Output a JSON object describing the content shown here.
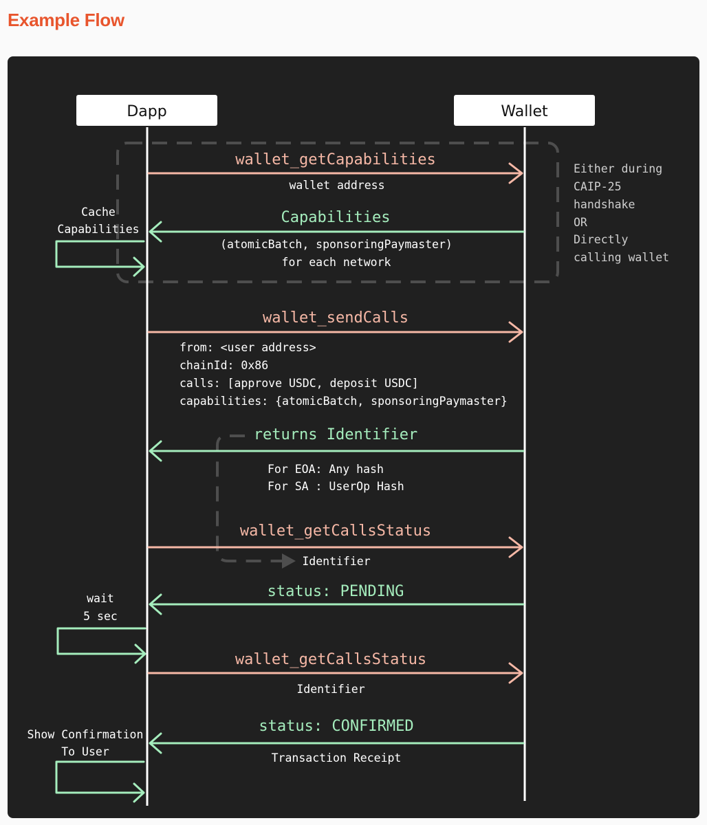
{
  "title": "Example Flow",
  "actors": {
    "dapp": "Dapp",
    "wallet": "Wallet"
  },
  "side_note": [
    "Either during",
    "CAIP-25",
    "handshake",
    "OR",
    "Directly",
    "calling wallet"
  ],
  "self_notes": {
    "cache": [
      "Cache",
      "Capabilities"
    ],
    "wait": [
      "wait",
      "5 sec"
    ],
    "confirm": [
      "Show Confirmation",
      "To User"
    ]
  },
  "messages": [
    {
      "label": "wallet_getCapabilities",
      "details": [
        "wallet address"
      ]
    },
    {
      "label": "Capabilities",
      "details": [
        "(atomicBatch, sponsoringPaymaster)",
        "for each network"
      ]
    },
    {
      "label": "wallet_sendCalls",
      "details": [
        "from: <user address>",
        "chainId: 0x86",
        "calls: [approve USDC, deposit USDC]",
        "capabilities: {atomicBatch, sponsoringPaymaster}"
      ]
    },
    {
      "label": "returns Identifier",
      "details": [
        "For EOA: Any hash",
        "For SA : UserOp Hash"
      ]
    },
    {
      "label": "wallet_getCallsStatus",
      "details": [
        "Identifier"
      ]
    },
    {
      "label": "status: PENDING",
      "details": []
    },
    {
      "label": "wallet_getCallsStatus",
      "details": [
        "Identifier"
      ]
    },
    {
      "label": "status: CONFIRMED",
      "details": [
        "Transaction Receipt"
      ]
    }
  ],
  "colors": {
    "title": "#e8552d",
    "request": "#f6b8a6",
    "response": "#a5edbd",
    "panel": "#202020"
  }
}
